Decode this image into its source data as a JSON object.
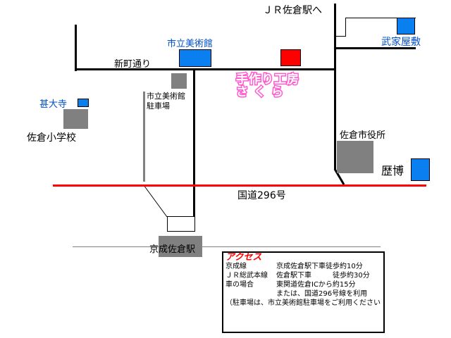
{
  "labels": {
    "jr_station": "ＪＲ佐倉駅へ",
    "museum": "市立美術館",
    "shinmachi": "新町通り",
    "buke": "武家屋敷",
    "jindaiji": "甚大寺",
    "school": "佐倉小学校",
    "parking": [
      "市立美術館",
      "駐車場"
    ],
    "cityhall": "佐倉市役所",
    "rekihaku": "歴博",
    "route296": "国道296号",
    "keisei": "京成佐倉駅"
  },
  "shop": {
    "line1": "手作り工房",
    "line2": "さ く ら"
  },
  "access": {
    "title": "アクセス",
    "rows": [
      [
        "京成線",
        "京成佐倉駅下車徒歩約10分"
      ],
      [
        "ＪＲ総武本線",
        "佐倉駅下車　　　徒歩約30分"
      ],
      [
        "車の場合",
        "東関道佐倉ICから約15分"
      ],
      [
        "",
        "または、国道296号線を利用"
      ]
    ],
    "note": "（駐車場は、市立美術館駐車場をご利用ください"
  }
}
